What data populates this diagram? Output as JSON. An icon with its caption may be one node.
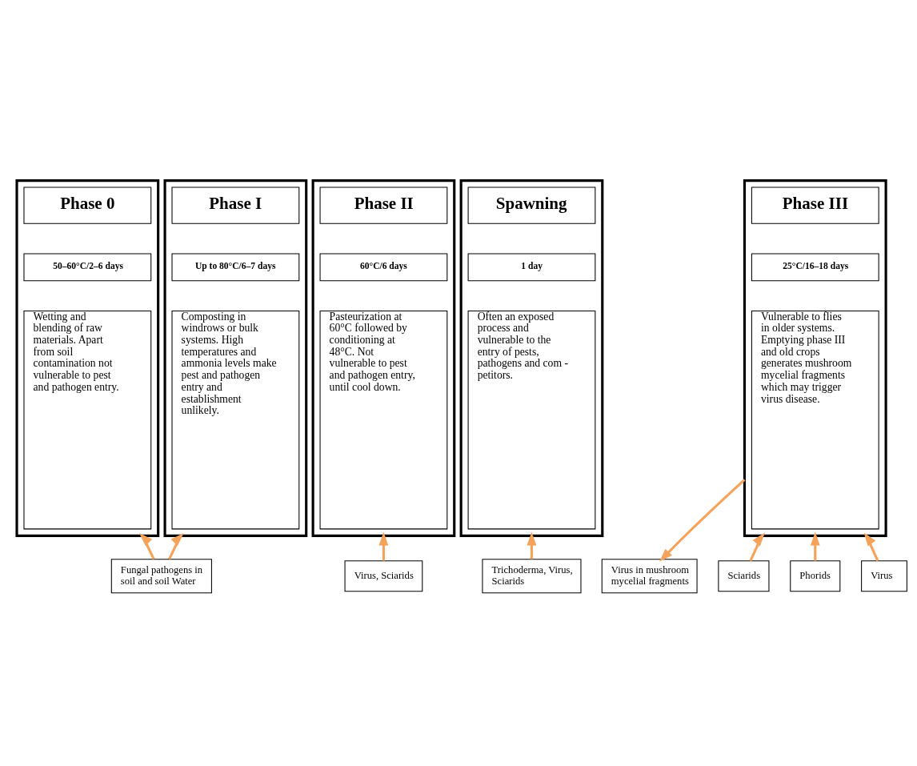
{
  "diagram": {
    "nodes": [
      {
        "text": [],
        "shape": "box"
      },
      {
        "text": [
          "Phase 0"
        ],
        "in": 0
      },
      {
        "text": [
          "50–60°C/2–6 days"
        ],
        "in": 0
      },
      {
        "text": [
          "Wetting and blending of raw materials. Apart from soil contamination not vulnerable to pest and pathogen entry."
        ],
        "in": 0
      },
      {
        "text": [],
        "shape": "box"
      },
      {
        "text": [
          "Phase I"
        ],
        "in": 4
      },
      {
        "text": [
          "Up to 80°C/6–7 days"
        ],
        "in": 4
      },
      {
        "text": [
          "Composting in windrows or bulk systems. High temperatures and ammonia levels make pest and pathogen entry and establishment unlikely."
        ],
        "in": 4
      },
      {
        "text": [],
        "shape": "box"
      },
      {
        "text": [
          "Phase II"
        ],
        "in": 8
      },
      {
        "text": [
          "60°C/6 days"
        ],
        "in": 8
      },
      {
        "text": [
          "Pasteurization at 60°C followed by conditioning at 48°C. Not vulnerable to pest and pathogen entry, until cool down."
        ],
        "in": 8
      },
      {
        "text": [],
        "shape": "box"
      },
      {
        "text": [
          "Spawning"
        ],
        "in": 12
      },
      {
        "text": [
          "1 day"
        ],
        "in": 12
      },
      {
        "text": [
          "Often an exposed process and vulnerable to the entry of pests, pathogens and com - petitors."
        ],
        "in": 12
      },
      {
        "text": [],
        "shape": "box"
      },
      {
        "text": [
          "Phase III"
        ],
        "in": 16
      },
      {
        "text": [
          "25°C/16–18 days"
        ],
        "in": 16
      },
      {
        "text": [
          "Vulnerable to flies in older systems. Emptying phase III and old crops generates mushroom mycelial fragments which may trigger virus disease."
        ],
        "in": 16
      },
      {
        "text": [
          "Fungal pathogens in soil and soil Water"
        ]
      },
      {
        "text": [
          "Virus, Sciarids"
        ]
      },
      {
        "text": [
          "Trichoderma, Virus, Sciarids"
        ]
      },
      {
        "text": [
          "Sciarids"
        ]
      },
      {
        "text": [
          "Phorids"
        ]
      },
      {
        "text": [
          "Virus"
        ]
      },
      {
        "text": [
          "Virus in mushroom mycelial fragments"
        ]
      }
    ],
    "edges": [
      {
        "from": 20,
        "to": 0,
        "arrow": "to"
      },
      {
        "from": 20,
        "to": 4,
        "arrow": "to"
      },
      {
        "from": 21,
        "to": 8,
        "arrow": "to"
      },
      {
        "from": 22,
        "to": 12,
        "arrow": "to"
      },
      {
        "from": 23,
        "to": 16,
        "arrow": "to"
      },
      {
        "from": 24,
        "to": 16,
        "arrow": "to"
      },
      {
        "from": 25,
        "to": 16,
        "arrow": "to"
      },
      {
        "from": 16,
        "to": 26,
        "arrow": "to"
      }
    ]
  }
}
